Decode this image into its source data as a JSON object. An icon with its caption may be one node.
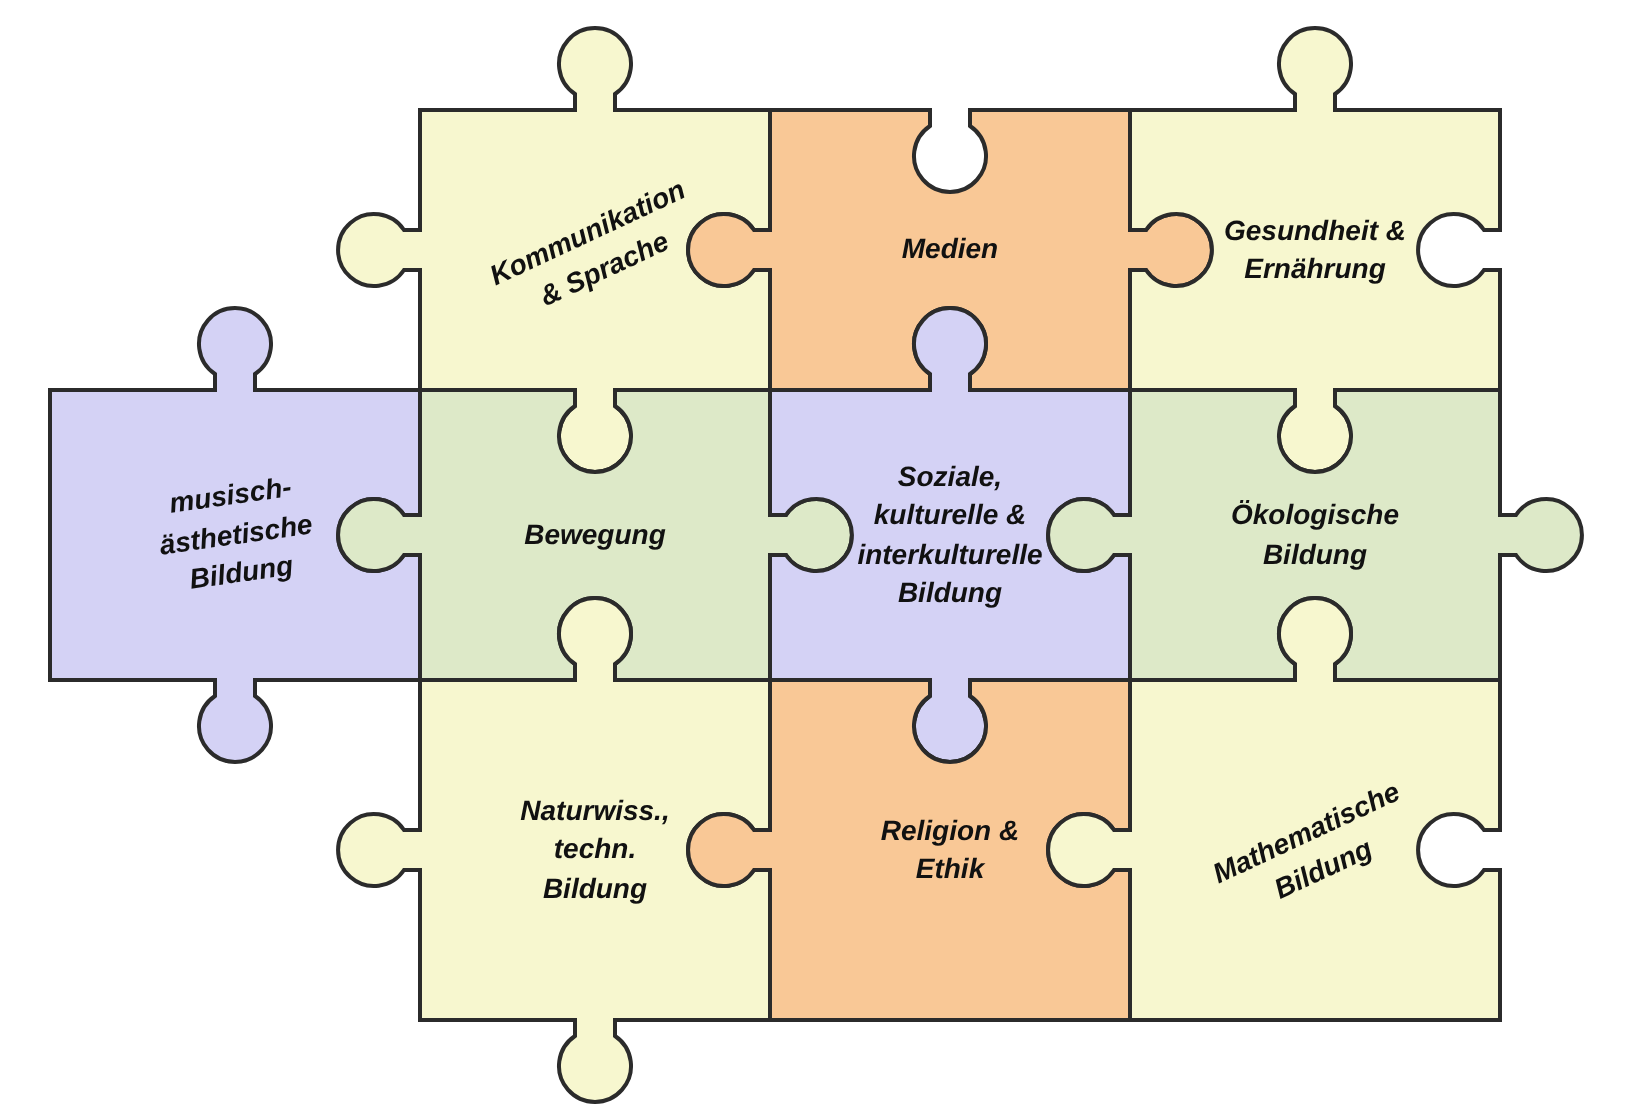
{
  "diagram": {
    "nodes": [
      {
        "text": [
          "Kommunikation & Sprache"
        ]
      },
      {
        "text": [
          "Medien"
        ]
      },
      {
        "text": [
          "Gesundheit & Ernährung"
        ]
      },
      {
        "text": [
          "musisch-ästhetische Bildung"
        ]
      },
      {
        "text": [
          "Bewegung"
        ]
      },
      {
        "text": [
          "Soziale, kulturelle & interkulturelle Bildung"
        ]
      },
      {
        "text": [
          "Ökologische Bildung"
        ]
      },
      {
        "text": [
          "Naturwiss., techn. Bildung"
        ]
      },
      {
        "text": [
          "Religion & Ethik"
        ]
      },
      {
        "text": [
          "Mathematische Bildung"
        ]
      }
    ]
  }
}
